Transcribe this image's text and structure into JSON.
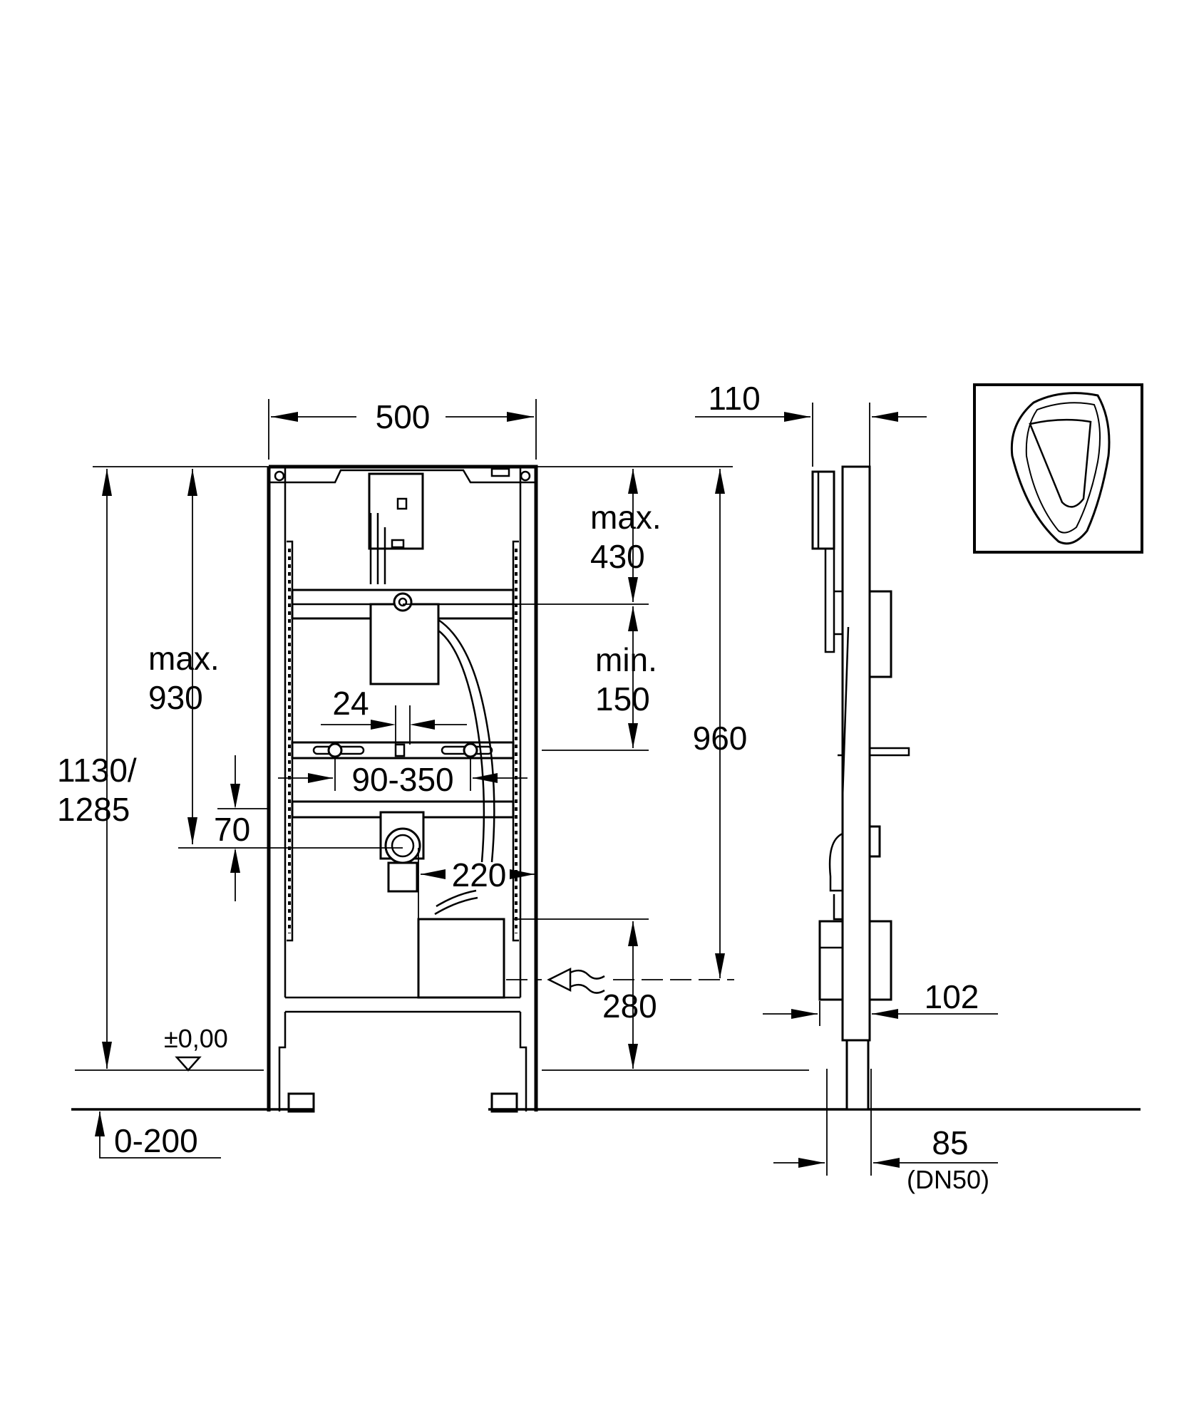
{
  "dimensions": {
    "width": "500",
    "depth_top": "110",
    "max_label_a": "max.",
    "max_value_a": "430",
    "min_label": "min.",
    "min_value": "150",
    "height_960": "960",
    "max_label_b": "max.",
    "max_value_b": "930",
    "frame_height_a": "1130/",
    "frame_height_b": "1285",
    "spacing_24": "24",
    "range_90_350": "90-350",
    "offset_70": "70",
    "offset_220": "220",
    "inlet_280": "280",
    "floor_level": "±0,00",
    "foot_adjust": "0-200",
    "side_102": "102",
    "pipe_85": "85",
    "pipe_dn": "(DN50)"
  },
  "icons": {
    "product": "urinal-icon",
    "inlet": "water-inlet-icon",
    "level": "floor-level-triangle-icon"
  },
  "colors": {
    "line": "#000000",
    "background": "#ffffff"
  }
}
